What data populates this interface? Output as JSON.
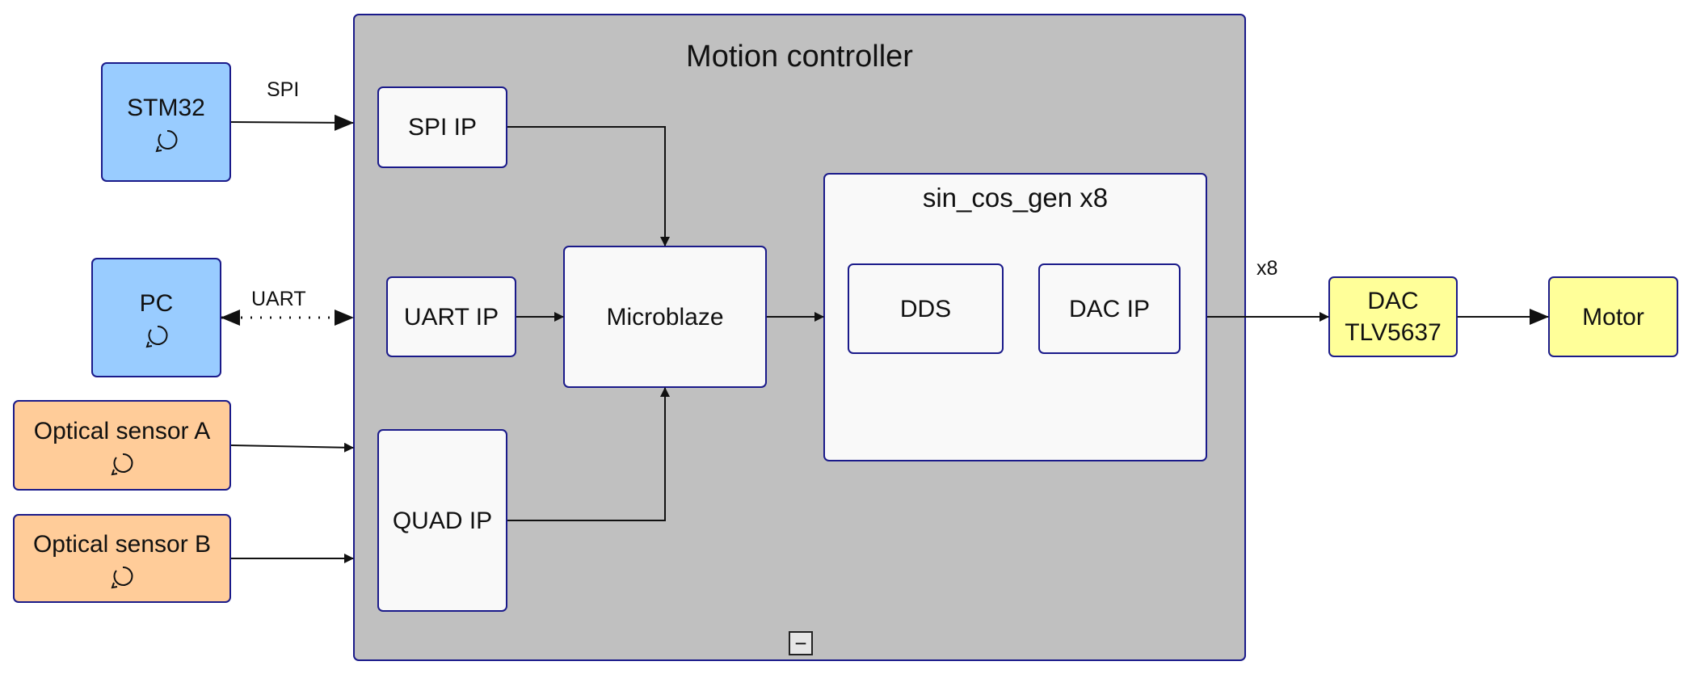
{
  "external": {
    "stm32": "STM32",
    "pc": "PC",
    "optical_a": "Optical sensor A",
    "optical_b": "Optical sensor B",
    "dac_line1": "DAC",
    "dac_line2": "TLV5637",
    "motor": "Motor"
  },
  "controller": {
    "title": "Motion controller",
    "spi_ip": "SPI IP",
    "uart_ip": "UART IP",
    "quad_ip": "QUAD IP",
    "microblaze": "Microblaze",
    "sin_cos_gen": {
      "title": "sin_cos_gen x8",
      "dds": "DDS",
      "dac_ip": "DAC IP"
    },
    "collapse_symbol": "−"
  },
  "edges": {
    "spi": "SPI",
    "uart": "UART",
    "x8": "x8"
  },
  "colors": {
    "border": "#1a1a8a",
    "container_fill": "#c0c0c0",
    "block_fill": "#f9f9f9",
    "external_blue": "#99ccff",
    "sensor_orange": "#ffcc99",
    "output_yellow": "#ffff99"
  },
  "icons": {
    "cycle": "cycle-icon",
    "collapse": "collapse-icon"
  }
}
